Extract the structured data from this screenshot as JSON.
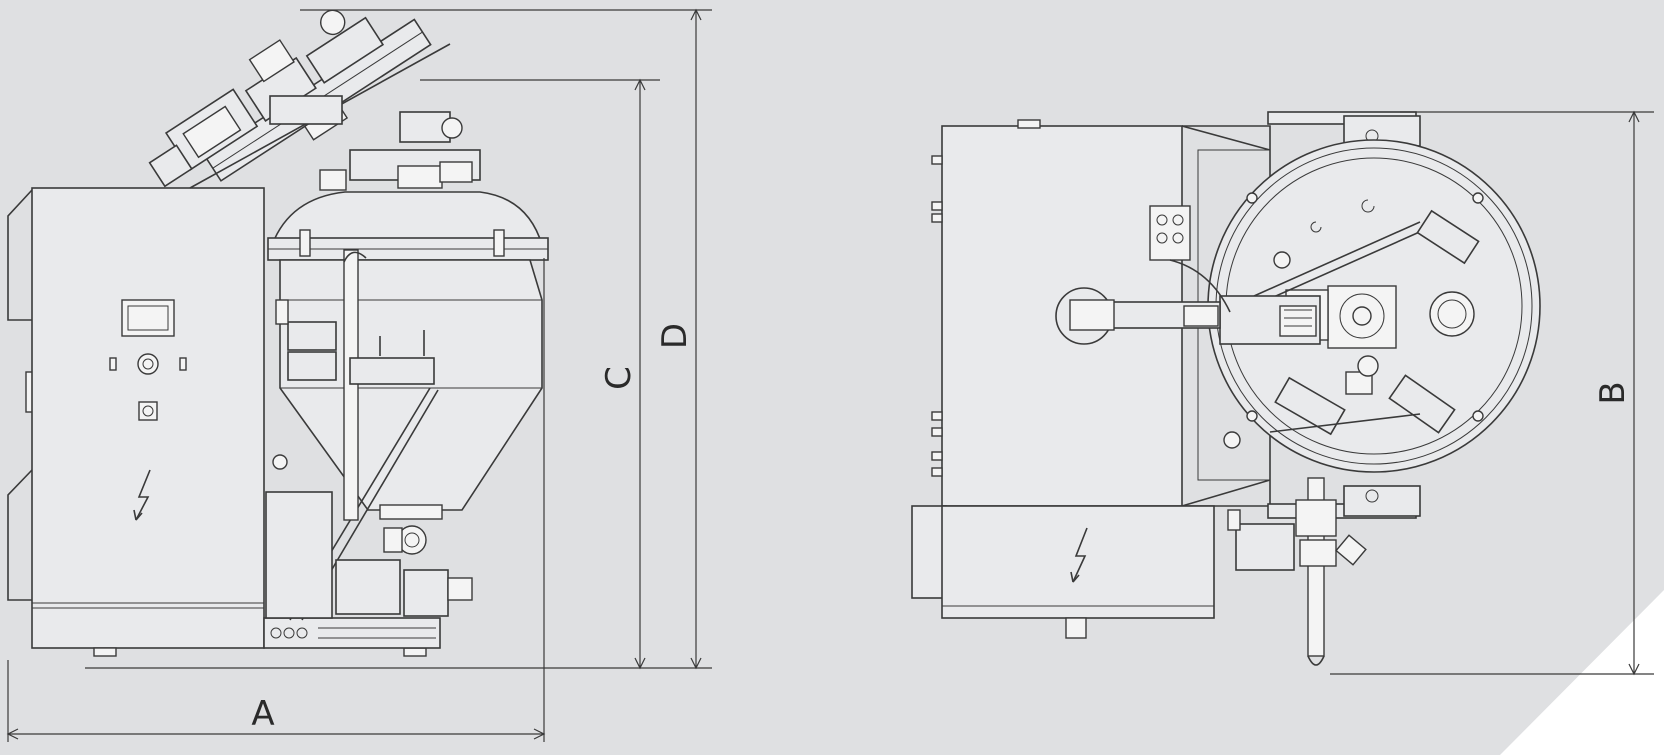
{
  "dimensions": {
    "a": "A",
    "b": "B",
    "c": "C",
    "d": "D"
  },
  "icons": {
    "side_hazard": "high-voltage-icon",
    "top_hazard": "high-voltage-icon"
  },
  "colors": {
    "background": "#dfe0e2",
    "line": "#3a3a3a",
    "corner_accent": "#ffffff"
  }
}
